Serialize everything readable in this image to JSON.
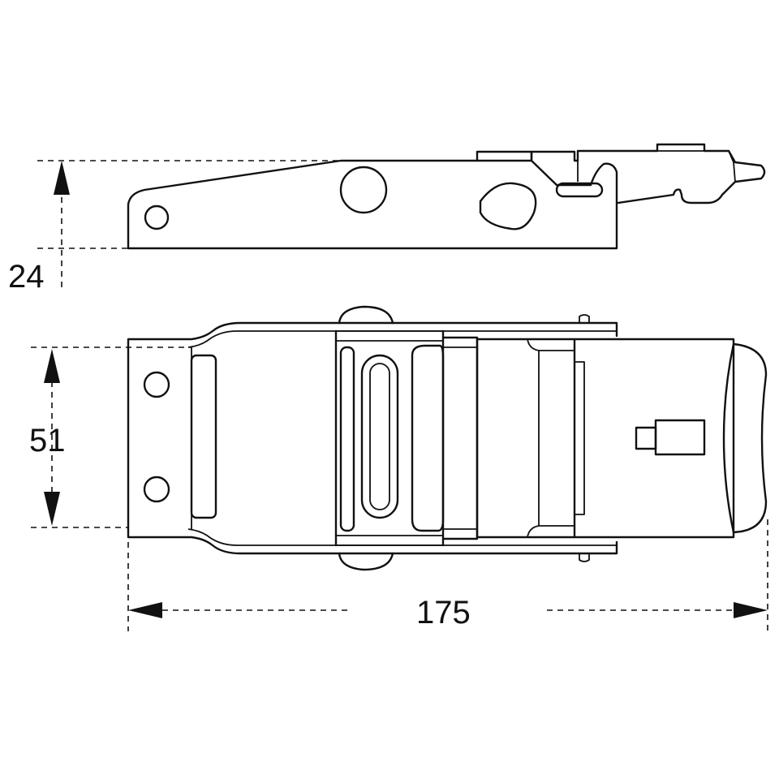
{
  "drawing": {
    "subject": "latch",
    "views": [
      "side-view",
      "top-view"
    ],
    "line_color": "#111111",
    "background": "#ffffff"
  },
  "dimensions": {
    "height": "24",
    "width": "51",
    "length": "175"
  }
}
